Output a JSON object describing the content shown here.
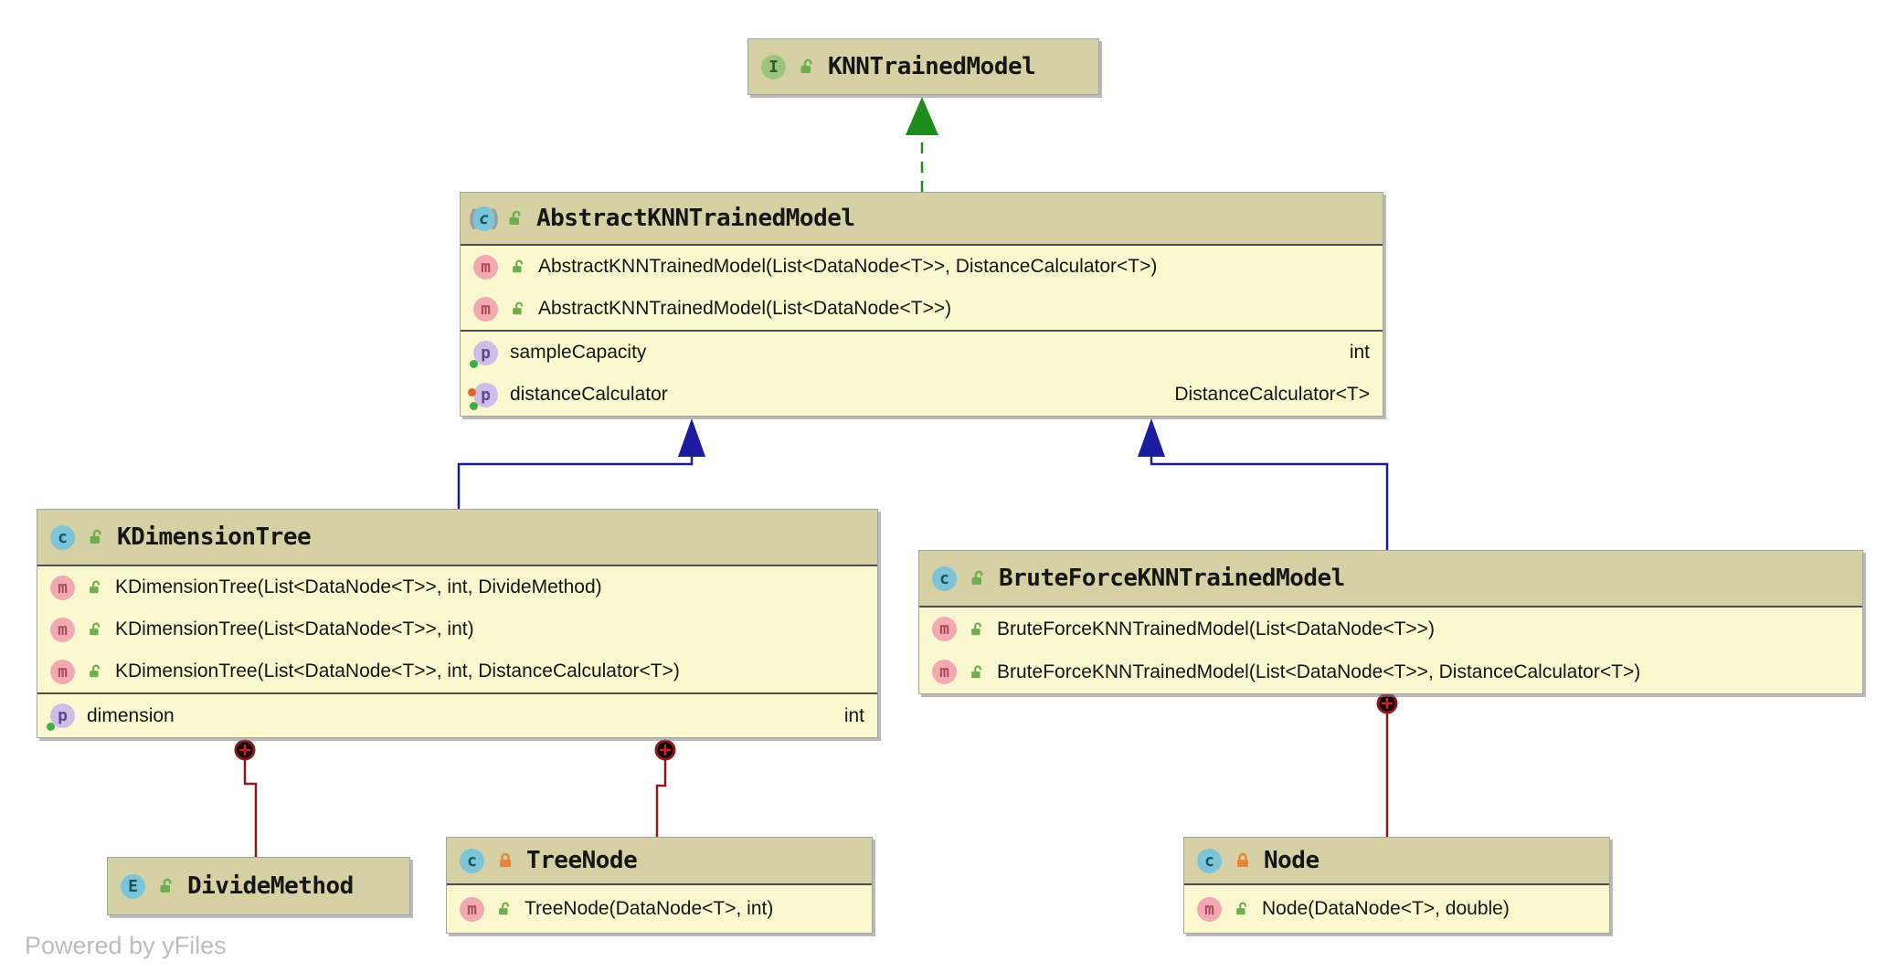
{
  "watermark": "Powered by yFiles",
  "icons": {
    "interface_glyph": "I",
    "class_glyph": "c",
    "enum_glyph": "E",
    "method_glyph": "m",
    "property_glyph": "p",
    "paren_left": "(",
    "paren_right": ")"
  },
  "colors": {
    "header_fill": "#d5d1a4",
    "body_fill": "#fbf8cf",
    "separator": "#4d4d4d",
    "realization_green": "#1f8c1f",
    "generalization_navy": "#1c1ca0",
    "containment_red": "#8b1a1a",
    "containment_plus": "#cc2222",
    "public_lock_green": "#6fae4e",
    "private_lock_orange": "#e8833a"
  },
  "classes": {
    "knn": {
      "name": "KNNTrainedModel",
      "kind": "interface",
      "visibility": "public"
    },
    "abstract": {
      "name": "AbstractKNNTrainedModel",
      "kind": "abstract class",
      "visibility": "public",
      "methods": [
        "AbstractKNNTrainedModel(List<DataNode<T>>, DistanceCalculator<T>)",
        "AbstractKNNTrainedModel(List<DataNode<T>>)"
      ],
      "properties": [
        {
          "name": "sampleCapacity",
          "type": "int"
        },
        {
          "name": "distanceCalculator",
          "type": "DistanceCalculator<T>"
        }
      ]
    },
    "kdtree": {
      "name": "KDimensionTree",
      "kind": "class",
      "visibility": "public",
      "methods": [
        "KDimensionTree(List<DataNode<T>>, int, DivideMethod)",
        "KDimensionTree(List<DataNode<T>>, int)",
        "KDimensionTree(List<DataNode<T>>, int, DistanceCalculator<T>)"
      ],
      "properties": [
        {
          "name": "dimension",
          "type": "int"
        }
      ]
    },
    "bruteforce": {
      "name": "BruteForceKNNTrainedModel",
      "kind": "class",
      "visibility": "public",
      "methods": [
        "BruteForceKNNTrainedModel(List<DataNode<T>>)",
        "BruteForceKNNTrainedModel(List<DataNode<T>>, DistanceCalculator<T>)"
      ]
    },
    "dividemethod": {
      "name": "DivideMethod",
      "kind": "enum",
      "visibility": "public"
    },
    "treenode": {
      "name": "TreeNode",
      "kind": "class",
      "visibility": "private",
      "methods": [
        "TreeNode(DataNode<T>, int)"
      ]
    },
    "node": {
      "name": "Node",
      "kind": "class",
      "visibility": "private",
      "methods": [
        "Node(DataNode<T>, double)"
      ]
    }
  }
}
